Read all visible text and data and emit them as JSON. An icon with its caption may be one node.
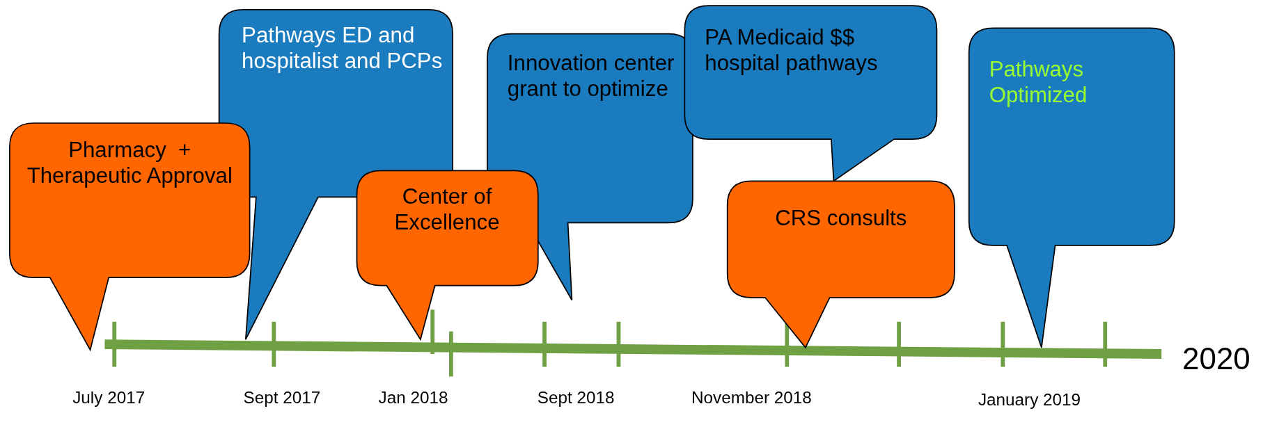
{
  "diagram": {
    "nodes": [
      {
        "text": [
          "Pharmacy  + Therapeutic Approval"
        ]
      },
      {
        "text": [
          "Pathways ED and hospitalist and PCPs"
        ]
      },
      {
        "text": [
          "Center of Excellence"
        ]
      },
      {
        "text": [
          "Innovation center grant to optimize"
        ]
      },
      {
        "text": [
          "PA Medicaid $$ hospital pathways"
        ]
      },
      {
        "text": [
          "CRS consults"
        ]
      },
      {
        "text": [
          "Pathways Optimized"
        ]
      }
    ],
    "labels": [
      "July 2017",
      "Sept 2017",
      "Jan 2018",
      "Sept 2018",
      "November 2018",
      "January 2019",
      "2020"
    ]
  }
}
